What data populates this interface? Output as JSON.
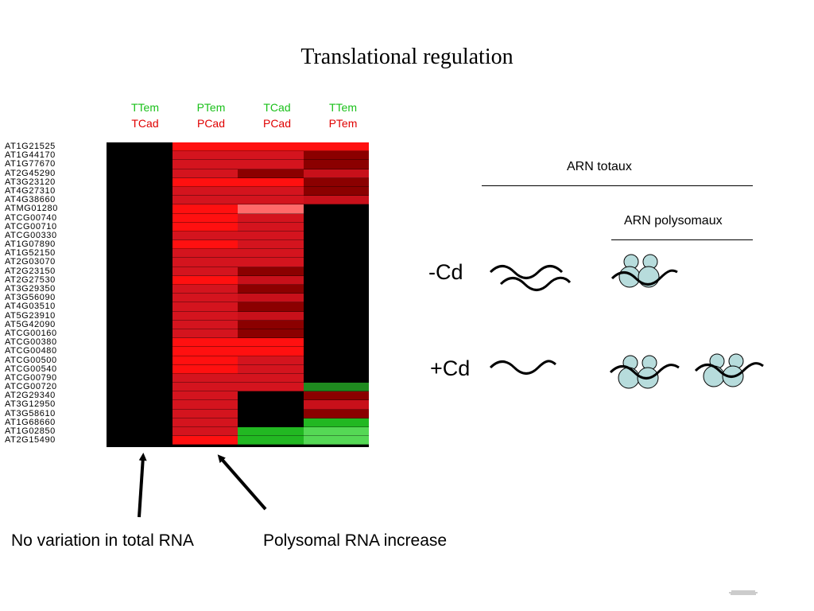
{
  "title": "Translational regulation",
  "column_headers": [
    {
      "top": "TTem",
      "bottom": "TCad"
    },
    {
      "top": "PTem",
      "bottom": "PCad"
    },
    {
      "top": "TCad",
      "bottom": "PCad"
    },
    {
      "top": "TTem",
      "bottom": "PTem"
    }
  ],
  "genes": [
    "AT1G21525",
    "AT1G44170",
    "AT1G77670",
    "AT2G45290",
    "AT3G23120",
    "AT4G27310",
    "AT4G38660",
    "ATMG01280",
    "ATCG00740",
    "ATCG00710",
    "ATCG00330",
    "AT1G07890",
    "AT1G52150",
    "AT2G03070",
    "AT2G23150",
    "AT2G27530",
    "AT3G29350",
    "AT3G56090",
    "AT4G03510",
    "AT5G23910",
    "AT5G42090",
    "ATCG00160",
    "ATCG00380",
    "ATCG00480",
    "ATCG00500",
    "ATCG00540",
    "ATCG00790",
    "ATCG00720",
    "AT2G29340",
    "AT3G12950",
    "AT3G58610",
    "AT1G68660",
    "AT1G02850",
    "AT2G15490"
  ],
  "heatmap_colors": [
    [
      "#000000",
      "#ff1010",
      "#ff1010",
      "#ff1010"
    ],
    [
      "#000000",
      "#d4141e",
      "#d4141e",
      "#8b0000"
    ],
    [
      "#000000",
      "#d4141e",
      "#d4141e",
      "#8b0000"
    ],
    [
      "#000000",
      "#d4141e",
      "#8b0000",
      "#c8101a"
    ],
    [
      "#000000",
      "#ff1010",
      "#ff1010",
      "#8b0000"
    ],
    [
      "#000000",
      "#d4141e",
      "#d4141e",
      "#8b0000"
    ],
    [
      "#000000",
      "#d4141e",
      "#d4141e",
      "#c8101a"
    ],
    [
      "#000000",
      "#ff1010",
      "#ff6a6a",
      "#000000"
    ],
    [
      "#000000",
      "#ff1010",
      "#d4141e",
      "#000000"
    ],
    [
      "#000000",
      "#ff1010",
      "#d4141e",
      "#000000"
    ],
    [
      "#000000",
      "#d4141e",
      "#d4141e",
      "#000000"
    ],
    [
      "#000000",
      "#ff1010",
      "#d4141e",
      "#000000"
    ],
    [
      "#000000",
      "#d4141e",
      "#d4141e",
      "#000000"
    ],
    [
      "#000000",
      "#d4141e",
      "#d4141e",
      "#000000"
    ],
    [
      "#000000",
      "#d4141e",
      "#8b0000",
      "#000000"
    ],
    [
      "#000000",
      "#ff1010",
      "#c8101a",
      "#000000"
    ],
    [
      "#000000",
      "#d4141e",
      "#8b0000",
      "#000000"
    ],
    [
      "#000000",
      "#d4141e",
      "#c8101a",
      "#000000"
    ],
    [
      "#000000",
      "#d4141e",
      "#8b0000",
      "#000000"
    ],
    [
      "#000000",
      "#d4141e",
      "#c8101a",
      "#000000"
    ],
    [
      "#000000",
      "#d4141e",
      "#8b0000",
      "#000000"
    ],
    [
      "#000000",
      "#d4141e",
      "#8b0000",
      "#000000"
    ],
    [
      "#000000",
      "#ff1010",
      "#ff1010",
      "#000000"
    ],
    [
      "#000000",
      "#ff1010",
      "#ff1010",
      "#000000"
    ],
    [
      "#000000",
      "#ff1010",
      "#d4141e",
      "#000000"
    ],
    [
      "#000000",
      "#ff1010",
      "#d4141e",
      "#000000"
    ],
    [
      "#000000",
      "#d4141e",
      "#d4141e",
      "#000000"
    ],
    [
      "#000000",
      "#d4141e",
      "#d4141e",
      "#1f8a1f"
    ],
    [
      "#000000",
      "#d4141e",
      "#000000",
      "#8b0000"
    ],
    [
      "#000000",
      "#d4141e",
      "#000000",
      "#c8101a"
    ],
    [
      "#000000",
      "#d4141e",
      "#000000",
      "#8b0000"
    ],
    [
      "#000000",
      "#d4141e",
      "#000000",
      "#22b822"
    ],
    [
      "#000000",
      "#d4141e",
      "#22b822",
      "#55d855"
    ],
    [
      "#000000",
      "#ff1010",
      "#22b822",
      "#55d855"
    ]
  ],
  "caption_left": "No variation in total RNA",
  "caption_right": "Polysomal RNA increase",
  "legend": {
    "total": "ARN totaux",
    "polysomal": "ARN polysomaux",
    "minus_cd": "-Cd",
    "plus_cd": "+Cd"
  },
  "colors": {
    "ribosome_fill": "#b7dcdc",
    "green_header": "#19c019",
    "red_header": "#e00000"
  }
}
